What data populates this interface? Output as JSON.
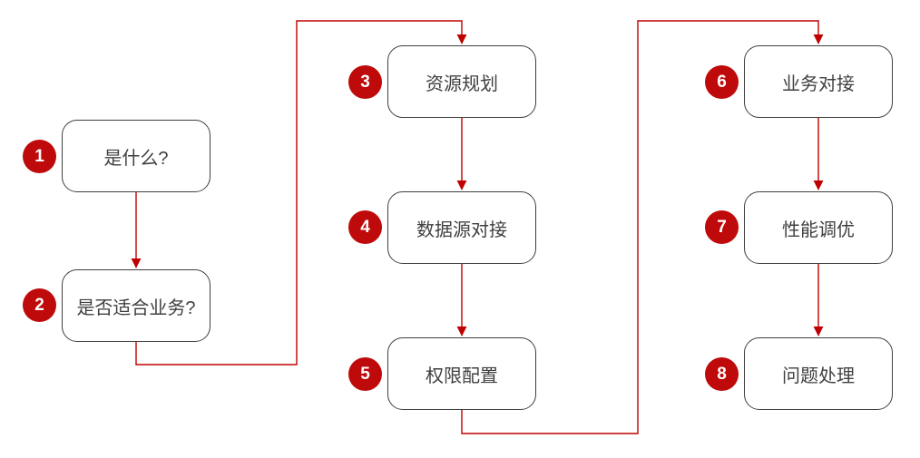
{
  "diagram": {
    "type": "flowchart",
    "colors": {
      "badge_fill": "#be0a0a",
      "badge_text": "#ffffff",
      "connector": "#c00000",
      "box_border": "#3f3f3f",
      "box_fill": "#ffffff",
      "label_text": "#404040",
      "background": "#ffffff"
    },
    "steps": [
      {
        "number": "1",
        "label": "是什么?"
      },
      {
        "number": "2",
        "label": "是否适合业务?"
      },
      {
        "number": "3",
        "label": "资源规划"
      },
      {
        "number": "4",
        "label": "数据源对接"
      },
      {
        "number": "5",
        "label": "权限配置"
      },
      {
        "number": "6",
        "label": "业务对接"
      },
      {
        "number": "7",
        "label": "性能调优"
      },
      {
        "number": "8",
        "label": "问题处理"
      }
    ],
    "connections": [
      {
        "from": "1",
        "to": "2"
      },
      {
        "from": "2",
        "to": "3"
      },
      {
        "from": "3",
        "to": "4"
      },
      {
        "from": "4",
        "to": "5"
      },
      {
        "from": "5",
        "to": "6"
      },
      {
        "from": "6",
        "to": "7"
      },
      {
        "from": "7",
        "to": "8"
      }
    ]
  }
}
